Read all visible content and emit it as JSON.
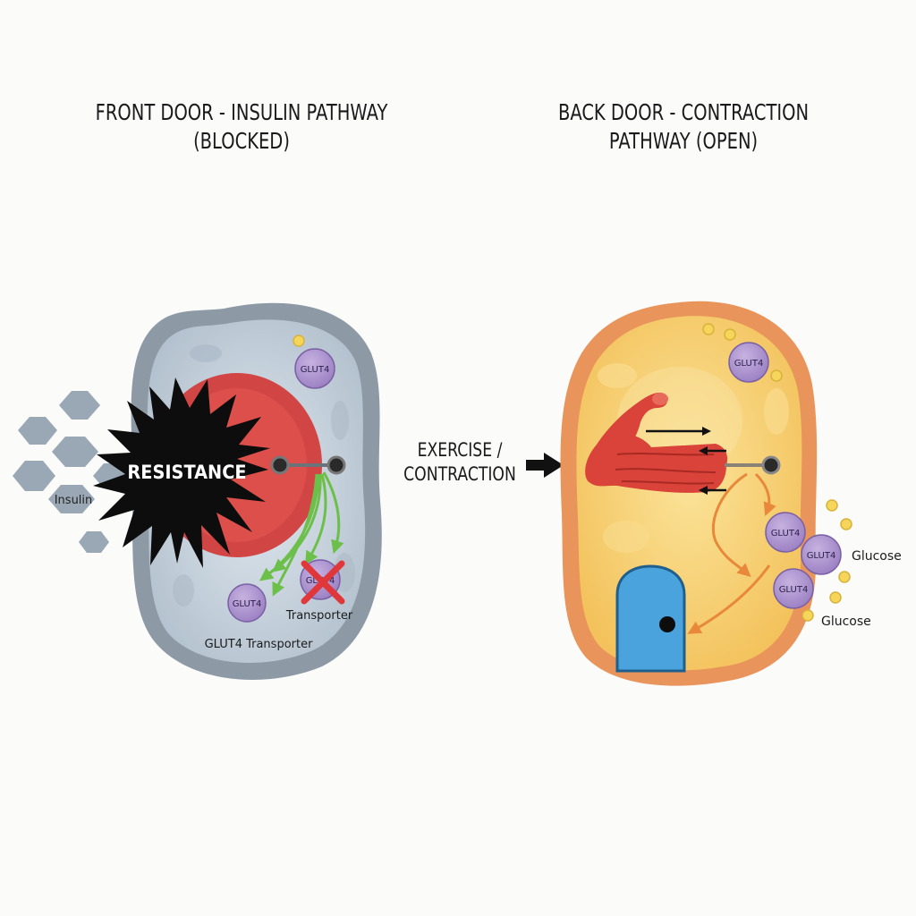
{
  "left_panel": {
    "title_line1": "FRONT DOOR - INSULIN PATHWAY",
    "title_line2": "(BLOCKED)",
    "resistance_label": "RESISTANCE",
    "insulin_label": "Insulin",
    "glut4_top_label": "GLUT4",
    "glut4_bottom_label": "GLUT4",
    "blocked_glut4_label": "GLUT4",
    "transporter_label": "Transporter",
    "glut4_transporter_label": "GLUT4 Transporter"
  },
  "middle": {
    "exercise_line1": "EXERCISE /",
    "exercise_line2": "CONTRACTION"
  },
  "right_panel": {
    "title_line1": "BACK DOOR - CONTRACTION",
    "title_line2": "PATHWAY (OPEN)",
    "glut4_top_label": "GLUT4",
    "glut4_a_label": "GLUT4",
    "glut4_b_label": "GLUT4",
    "glut4_c_label": "GLUT4",
    "glucose_label_1": "Glucose",
    "glucose_label_2": "Glucose"
  },
  "colors": {
    "left_cell_membrane": "#8d9aa6",
    "left_cell_fill": "#bfcbd6",
    "left_nucleus": "#d24545",
    "resistance_burst": "#0d0d0d",
    "insulin_hexagon": "#9aa8b5",
    "glut4_purple": "#a98ecb",
    "green_arrow": "#6cc04a",
    "blocked_x": "#e0383a",
    "right_cell_membrane": "#e9945a",
    "right_cell_fill": "#f6cf72",
    "muscle_red": "#d9433a",
    "orange_arrow": "#e8883a",
    "door_blue": "#4aa3dc",
    "glucose_yellow": "#f5d55a"
  }
}
